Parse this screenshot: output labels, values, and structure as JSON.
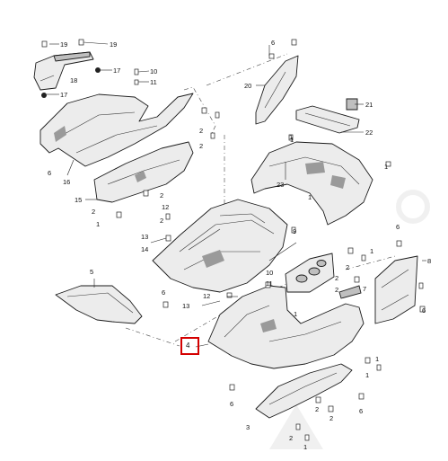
{
  "diagram": {
    "highlighted_part": "4",
    "highlight_color": "#d40000",
    "callouts": {
      "c1": "19",
      "c2": "19",
      "c3": "17",
      "c4": "18",
      "c5": "17",
      "c6": "10",
      "c7": "11",
      "c8": "16",
      "c9": "6",
      "c10": "15",
      "c11": "6",
      "c12": "20",
      "c13": "21",
      "c14": "22",
      "c15": "23",
      "c16": "1",
      "c17": "2",
      "c18": "2",
      "c19": "1",
      "c20": "12",
      "c21": "2",
      "c22": "13",
      "c23": "14",
      "c24": "1",
      "c25": "2",
      "c26": "6",
      "c27": "8",
      "c28": "5",
      "c29": "6",
      "c30": "9",
      "c31": "10",
      "c32": "11",
      "c33": "12",
      "c34": "13",
      "c35": "4",
      "c36": "7",
      "c37": "1",
      "c38": "2",
      "c39": "2",
      "c40": "1",
      "c41": "6",
      "c42": "6",
      "c43": "3",
      "c44": "2",
      "c45": "1",
      "c46": "6",
      "c47": "1",
      "c48": "2",
      "c49": "2",
      "c50": "1",
      "c51": "1",
      "c52": "2",
      "c53": "1",
      "c54": "2"
    }
  }
}
